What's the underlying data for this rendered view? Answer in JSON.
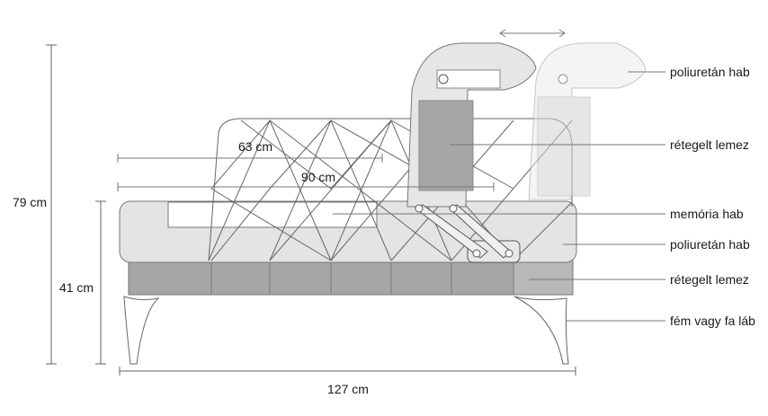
{
  "dimensions": {
    "height_total": "79 cm",
    "seat_height": "41 cm",
    "width_total": "127 cm",
    "depth_63": "63 cm",
    "depth_90": "90 cm"
  },
  "labels": [
    "poliuretán hab",
    "rétegelt lemez",
    "memória hab",
    "poliuretán hab",
    "rétegelt lemez",
    "fém vagy fa láb"
  ],
  "colors": {
    "line": "#555555",
    "backrest_fill": "#e6e6e6",
    "seat_fill": "#e2e2e2",
    "plywood_fill": "#a6a6a6",
    "base_fill": "#b3b3b3"
  }
}
